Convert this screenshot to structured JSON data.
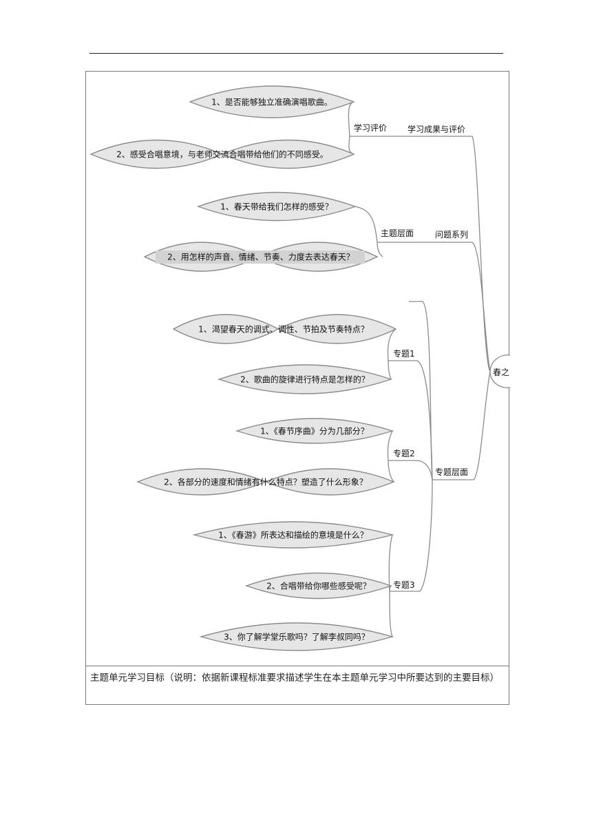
{
  "mindmap": {
    "root": "春之",
    "branches": [
      {
        "label": "学习成果与评价",
        "children": [
          {
            "label": "学习评价",
            "items": [
              "1、是否能够独立准确演唱歌曲。",
              "2、感受合唱意境，与老师交流合唱带给他们的不同感受。"
            ]
          }
        ]
      },
      {
        "label": "问题系列",
        "children": [
          {
            "label": "主题层面",
            "items": [
              "1、春天带给我们怎样的感受？",
              "2、用怎样的声音、情绪、节奏、力度去表达春天？"
            ]
          }
        ]
      },
      {
        "label": "专题层面",
        "children": [
          {
            "label": "专题1",
            "items": [
              "1、渴望春天的调式、调性、节拍及节奏特点？",
              "2、歌曲的旋律进行特点是怎样的？"
            ]
          },
          {
            "label": "专题2",
            "items": [
              "1、《春节序曲》分为几部分？",
              "2、各部分的速度和情绪有什么特点？塑造了什么形象？"
            ]
          },
          {
            "label": "专题3",
            "items": [
              "1、《春游》所表达和描绘的意境是什么？",
              "2、合唱带给你哪些感受呢？",
              "3、你了解学堂乐歌吗？了解李叔同吗？"
            ]
          }
        ]
      }
    ]
  },
  "footnote": "主题单元学习目标（说明：依据新课程标准要求描述学生在本主题单元学习中所要达到的主要目标）"
}
